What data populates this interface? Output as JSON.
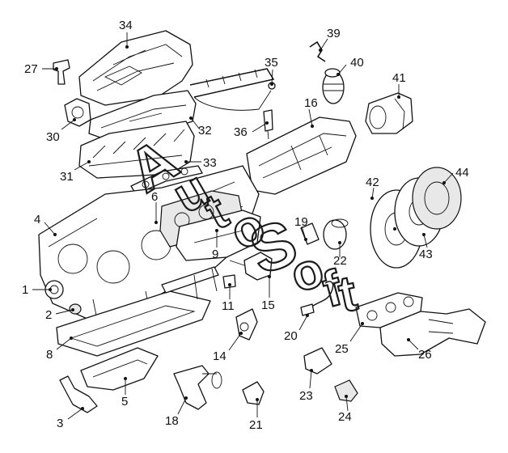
{
  "diagram": {
    "callouts": [
      "1",
      "2",
      "3",
      "4",
      "5",
      "6",
      "8",
      "9",
      "11",
      "14",
      "15",
      "16",
      "18",
      "19",
      "20",
      "21",
      "22",
      "23",
      "24",
      "25",
      "26",
      "27",
      "30",
      "31",
      "32",
      "33",
      "34",
      "35",
      "36",
      "39",
      "40",
      "41",
      "42",
      "43",
      "44"
    ],
    "watermark": [
      "A",
      "u",
      "t",
      "o",
      "S",
      "o",
      "f",
      "t"
    ]
  }
}
